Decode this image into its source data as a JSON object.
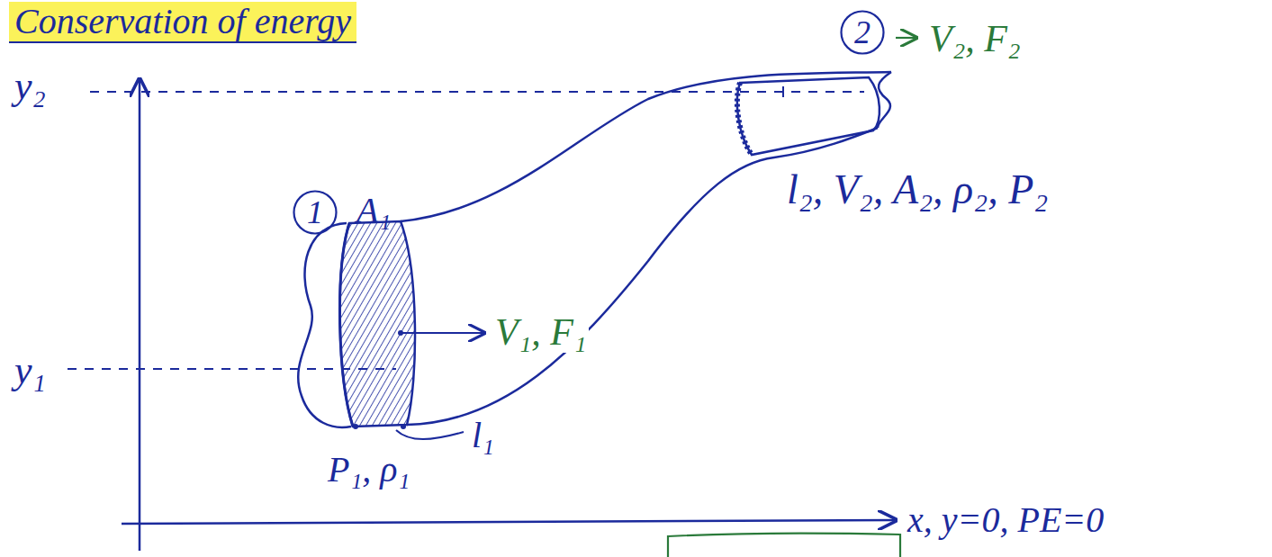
{
  "diagram": {
    "title": "Conservation of energy",
    "nodes": [
      {
        "text": [
          "1"
        ]
      },
      {
        "text": [
          "2"
        ]
      }
    ],
    "labels": [
      "y₂",
      "y₁",
      "A₁",
      "V₁, F₁",
      "P₁, ρ₁",
      "l₁",
      "V₂, F₂",
      "l₂, V₂, A₂, ρ₂, P₂",
      "x, y=0, PE=0"
    ]
  }
}
